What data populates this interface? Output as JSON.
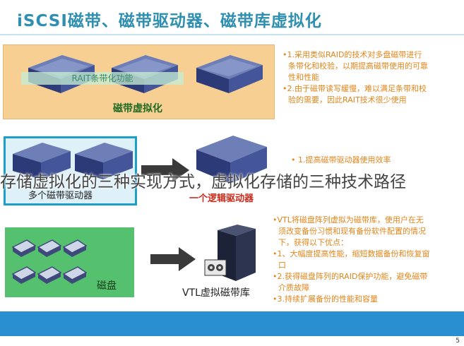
{
  "title": "iSCSI磁带、磁带驱动器、磁带库虚拟化",
  "row1": {
    "band_label": "RAIT条带化功能",
    "box_label": "磁带虚拟化",
    "notes": [
      "•1.采用类似RAID的技术对多盘磁带进行",
      "条带化和校验，以期提高磁带使用的可靠",
      "性和性能",
      "•2.由于磁带读写缓慢，难以满足条带和校",
      "验的需要，因此RAIT技术很少使用"
    ]
  },
  "row2": {
    "left_label": "多个磁带驱动器",
    "right_label": "一个逻辑驱动器",
    "notes": [
      "• 1.提高磁带驱动器使用效率"
    ]
  },
  "overlay_caption": "存储虚拟化的三种实现方式，虚拟化存储的三种技术路径",
  "row3": {
    "left_label": "磁盘",
    "right_label": "VTL虚拟磁带库",
    "notes": [
      "•VTL将磁盘阵列虚拟为磁带库，使用户在无",
      "须改变备份习惯和现有备份软件配置的情况",
      "下，获得以下优点：",
      "•1、大幅度提高性能，缩短数据备份和恢复窗",
      "口",
      "•2.获得磁盘阵列的RAID保护功能，避免磁带",
      "介质故障",
      "•3.持续扩展备份的性能和容量"
    ]
  },
  "page_number": "5",
  "colors": {
    "title": "#2f8fb0",
    "note_text": "#e0851b",
    "logical_label": "#cc2a1a",
    "bar": "#2a8fd0"
  }
}
